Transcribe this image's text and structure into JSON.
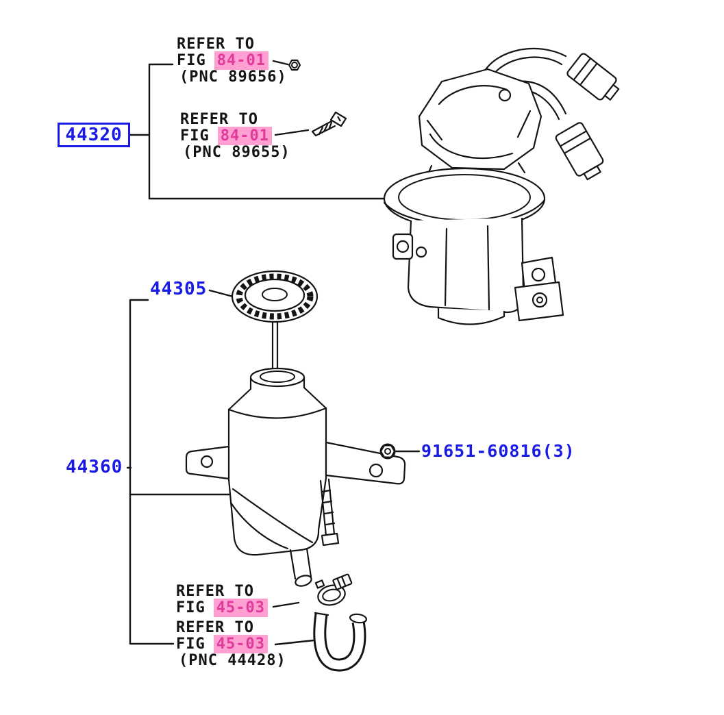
{
  "colors": {
    "label_blue": "#1a1ae6",
    "highlight_bg": "#ff9fd2",
    "highlight_text": "#e03a9a",
    "ink": "#141414"
  },
  "callouts": {
    "pump": {
      "code": "44320"
    },
    "cap": {
      "code": "44305"
    },
    "reservoir": {
      "code": "44360"
    },
    "nut": {
      "code": "91651-60816(3)"
    }
  },
  "references": {
    "ref_84_01_a": {
      "refer_to": "REFER TO",
      "fig_label": "FIG",
      "fig_no": "84-01",
      "pnc": "(PNC 89656)"
    },
    "ref_84_01_b": {
      "refer_to": "REFER TO",
      "fig_label": "FIG",
      "fig_no": "84-01",
      "pnc": "(PNC 89655)"
    },
    "ref_45_03_a": {
      "refer_to": "REFER TO",
      "fig_label": "FIG",
      "fig_no": "45-03"
    },
    "ref_45_03_b": {
      "refer_to": "REFER TO",
      "fig_label": "FIG",
      "fig_no": "45-03",
      "pnc": "(PNC 44428)"
    }
  },
  "icons": {
    "small_nut": "hex-nut-icon",
    "screw": "screw-icon",
    "bracket_nut": "hex-nut-icon",
    "clamp": "hose-clamp",
    "hose": "return-hose"
  }
}
